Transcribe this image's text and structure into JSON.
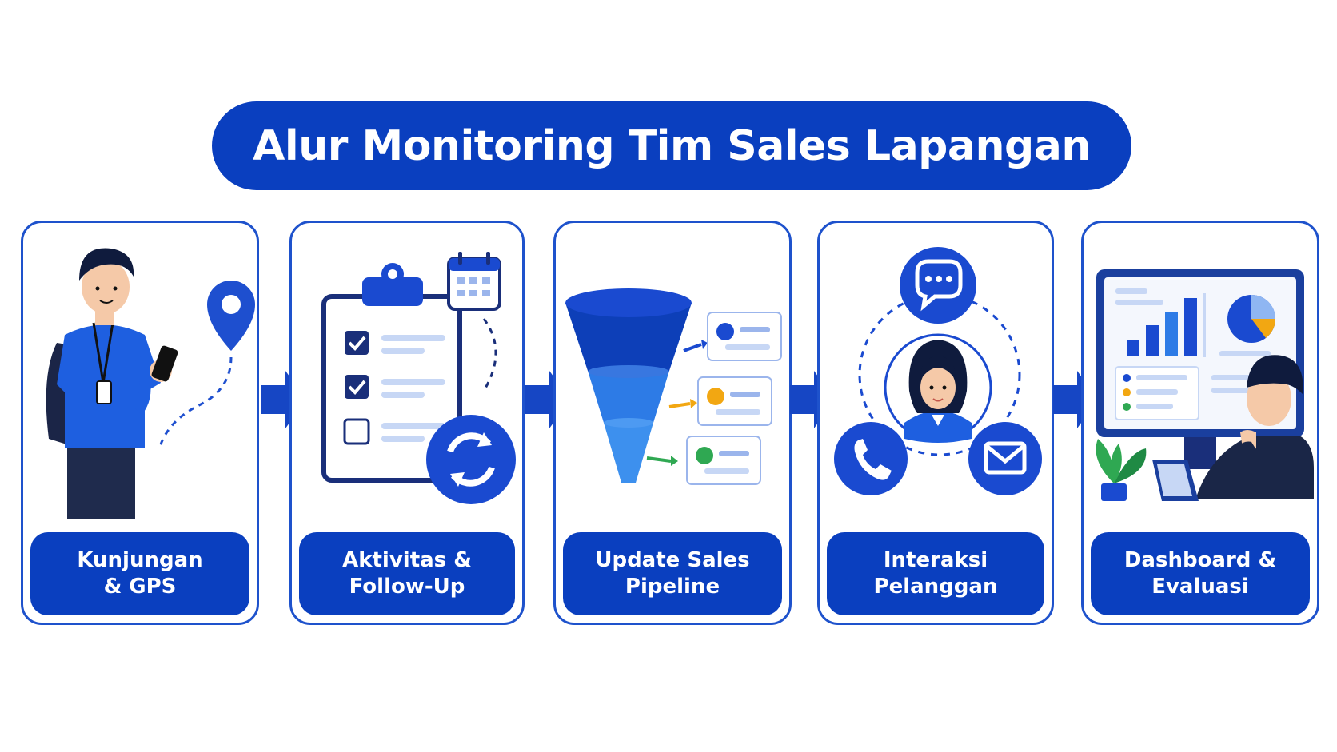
{
  "title": "Alur Monitoring Tim Sales Lapangan",
  "colors": {
    "primary": "#0a3fbf",
    "accent": "#1e5fe0",
    "light": "#dde8fb",
    "orange": "#f2a712",
    "green": "#2fa852"
  },
  "steps": [
    {
      "label": "Kunjungan\n& GPS",
      "icons": [
        "salesperson-figure",
        "map-pin-icon"
      ]
    },
    {
      "label": "Aktivitas &\nFollow-Up",
      "icons": [
        "clipboard-checklist-icon",
        "calendar-icon",
        "sync-icon"
      ]
    },
    {
      "label": "Update Sales\nPipeline",
      "icons": [
        "funnel-icon",
        "pipeline-cards"
      ]
    },
    {
      "label": "Interaksi\nPelanggan",
      "icons": [
        "chat-bubble-icon",
        "customer-avatar",
        "phone-icon",
        "mail-icon"
      ]
    },
    {
      "label": "Dashboard &\nEvaluasi",
      "icons": [
        "dashboard-monitor-icon",
        "analyst-figure",
        "plant-icon",
        "laptop-icon"
      ]
    }
  ]
}
